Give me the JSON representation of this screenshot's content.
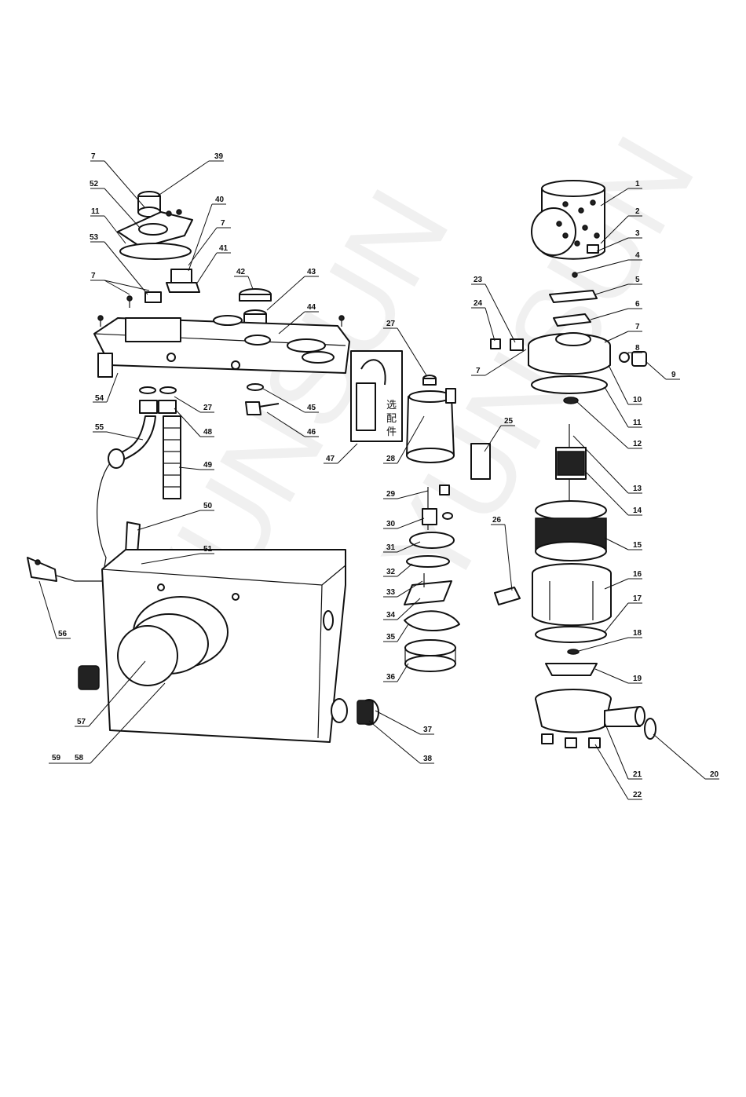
{
  "diagram": {
    "watermark": "YUNSUN",
    "optional_parts_label": [
      "选",
      "配",
      "件"
    ],
    "callouts": [
      "1",
      "2",
      "3",
      "4",
      "5",
      "6",
      "7",
      "8",
      "9",
      "10",
      "11",
      "12",
      "13",
      "14",
      "15",
      "16",
      "17",
      "18",
      "19",
      "20",
      "21",
      "22",
      "23",
      "24",
      "25",
      "26",
      "27",
      "28",
      "29",
      "30",
      "31",
      "32",
      "33",
      "34",
      "35",
      "36",
      "37",
      "38",
      "39",
      "40",
      "41",
      "42",
      "43",
      "44",
      "45",
      "46",
      "47",
      "48",
      "49",
      "50",
      "51",
      "52",
      "53",
      "54",
      "55",
      "56",
      "57",
      "58",
      "59"
    ]
  }
}
